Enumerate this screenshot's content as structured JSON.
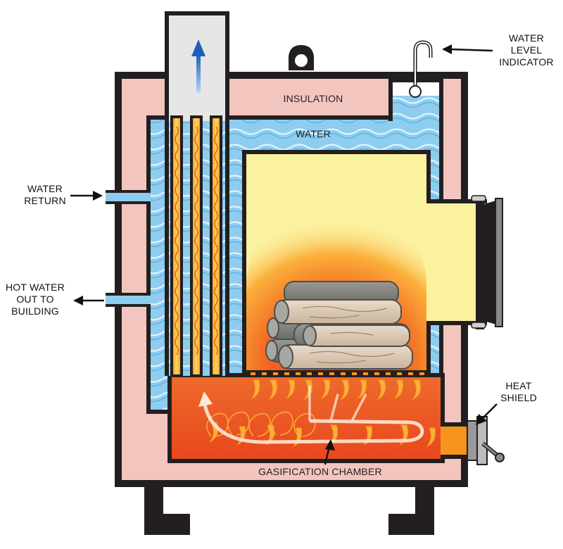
{
  "labels": {
    "insulation": "INSULATION",
    "water": "WATER",
    "water_level_indicator": [
      "WATER",
      "LEVEL",
      "INDICATOR"
    ],
    "water_return": [
      "WATER",
      "RETURN"
    ],
    "hot_water_out": [
      "HOT WATER",
      "OUT TO",
      "BUILDING"
    ],
    "heat_shield": [
      "HEAT",
      "SHIELD"
    ],
    "gasification_chamber": "GASIFICATION CHAMBER"
  },
  "colors": {
    "insulation": "#f3c5bf",
    "water": "#7fc6ea",
    "firebox": "#fbf2a0",
    "fire": "#f26522",
    "outline": "#231f20",
    "flue_gas": "#e6e6e6",
    "arrow": "#2a6fc0"
  }
}
